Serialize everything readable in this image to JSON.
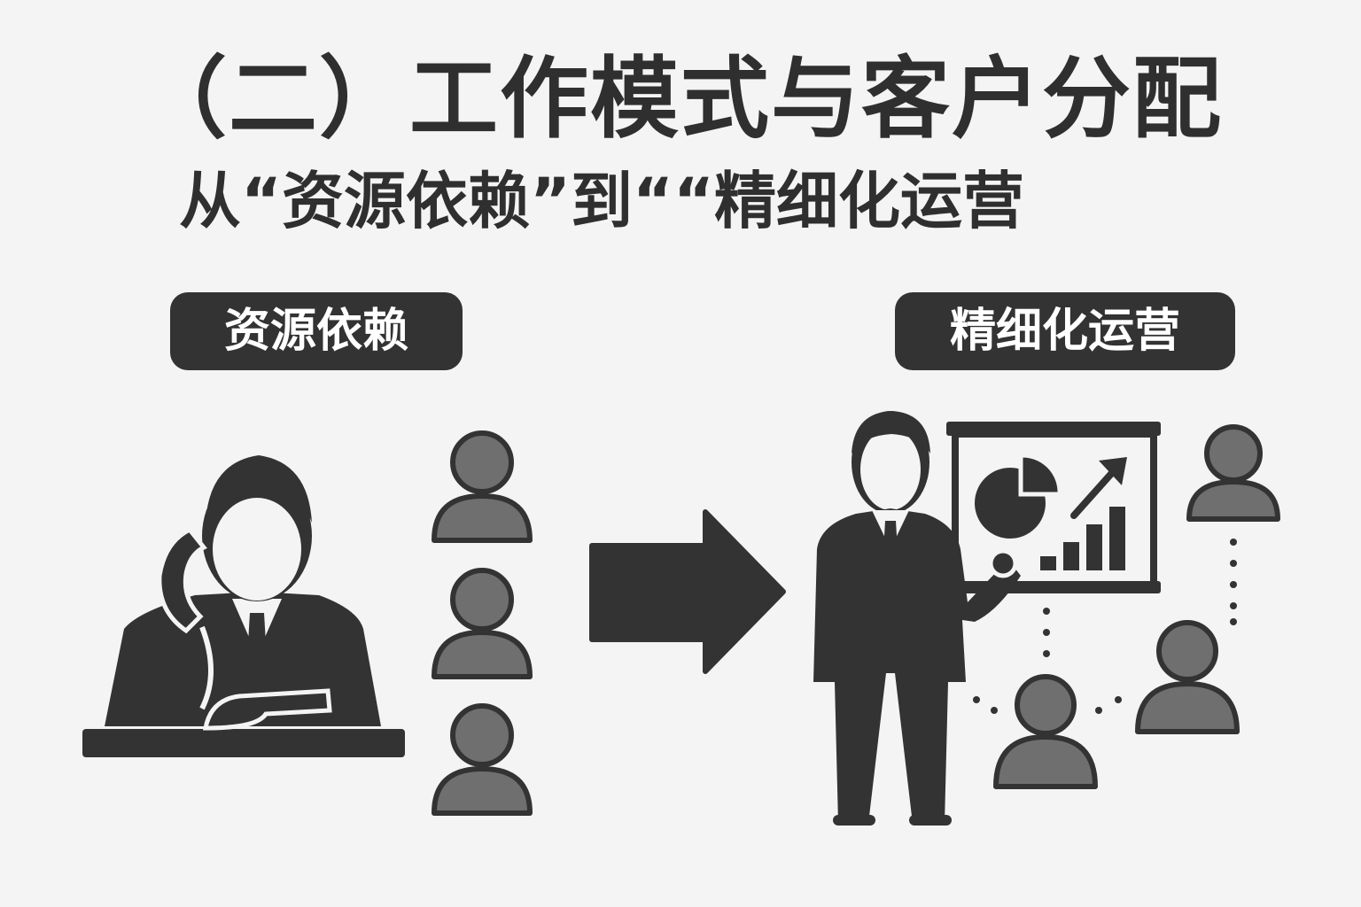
{
  "heading": {
    "title": "（二）工作模式与客户分配",
    "subtitle": "从“资源依赖”到““精细化运营"
  },
  "labels": {
    "left": "资源依赖",
    "right": "精细化运营"
  },
  "colors": {
    "background": "#f4f4f4",
    "dark": "#333333",
    "customer_gray": "#6f6f6f"
  },
  "icons": {
    "left": "businessman-on-phone-icon",
    "arrow": "right-arrow-icon",
    "right": "businessman-presenting-icon",
    "chart": "presentation-board-chart-icon",
    "customer": "customer-icon"
  }
}
